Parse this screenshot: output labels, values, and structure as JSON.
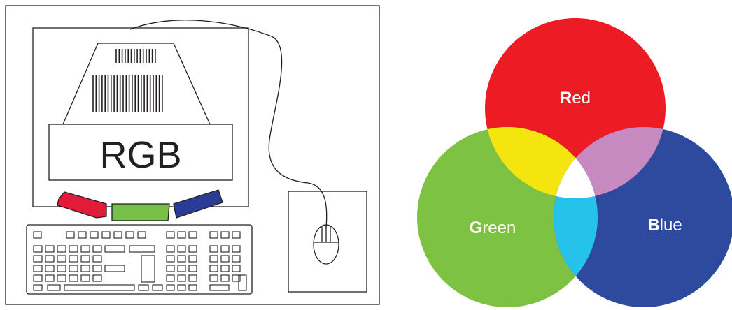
{
  "computer": {
    "screen_label": "RGB"
  },
  "venn": {
    "circles": [
      {
        "key": "red",
        "initial": "R",
        "rest": "ed",
        "color": "#ec1c24"
      },
      {
        "key": "green",
        "initial": "G",
        "rest": "reen",
        "color": "#7dc242"
      },
      {
        "key": "blue",
        "initial": "B",
        "rest": "lue",
        "color": "#2e4a9e"
      }
    ],
    "overlaps": {
      "red_green": "#f4e50e",
      "red_blue": "#c68ac0",
      "green_blue": "#25c3ea",
      "all": "#ffffff"
    }
  },
  "swatches": {
    "red": "#e31b3a",
    "green": "#76c043",
    "blue": "#2a3d96"
  }
}
